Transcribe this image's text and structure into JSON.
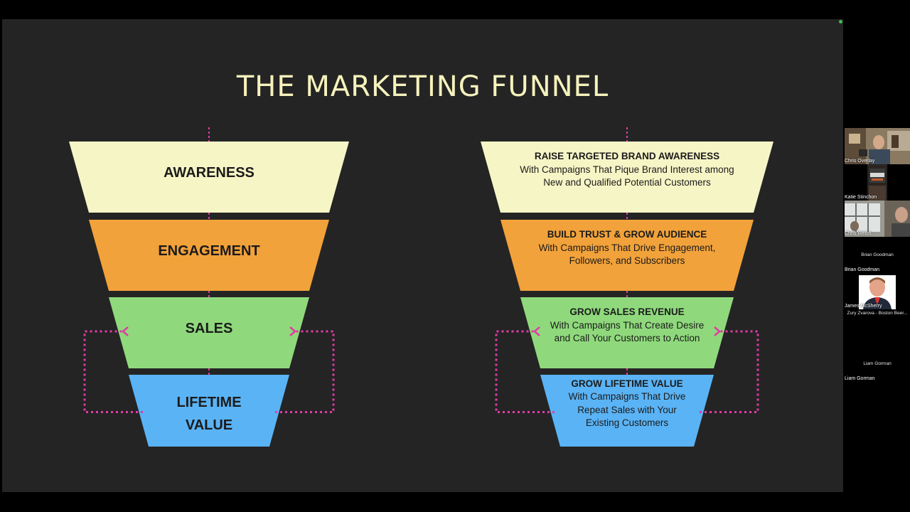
{
  "slide": {
    "title": "THE MARKETING FUNNEL",
    "left_funnel": [
      {
        "lines": [
          "AWARENESS"
        ],
        "color": "#f6f5c6"
      },
      {
        "lines": [
          "ENGAGEMENT"
        ],
        "color": "#f2a23a"
      },
      {
        "lines": [
          "SALES"
        ],
        "color": "#8fd97c"
      },
      {
        "lines": [
          "LIFETIME",
          "VALUE"
        ],
        "color": "#5ab3f5"
      }
    ],
    "right_funnel": [
      {
        "heading": "RAISE TARGETED BRAND AWARENESS",
        "lines": [
          "With Campaigns That Pique Brand Interest among",
          "New and Qualified Potential Customers"
        ]
      },
      {
        "heading": "BUILD TRUST & GROW AUDIENCE",
        "lines": [
          "With Campaigns That Drive Engagement,",
          "Followers, and Subscribers"
        ]
      },
      {
        "heading": "GROW SALES REVENUE",
        "lines": [
          "With Campaigns That Create Desire",
          "and Call Your Customers to Action"
        ]
      },
      {
        "heading": "GROW LIFETIME VALUE",
        "lines": [
          "With Campaigns That Drive",
          "Repeat Sales with Your",
          "Existing Customers"
        ]
      }
    ],
    "accent_color": "#e23ba6"
  },
  "participants": [
    {
      "name": "Chris Overlay",
      "video": "office"
    },
    {
      "name": "Katie Stinchon",
      "video": "poster"
    },
    {
      "name": "Chris Welch",
      "video": "window"
    },
    {
      "name": "Brian Goodman",
      "center_name": "Brian Goodman",
      "video": "none"
    },
    {
      "name": "James McSherry",
      "video": "headshot"
    },
    {
      "name": "",
      "center_name": "Zury Zvarova - Boston Beer...",
      "video": "none"
    },
    {
      "name": "Liam Gorman",
      "center_name": "Liam Gorman",
      "video": "none"
    }
  ]
}
